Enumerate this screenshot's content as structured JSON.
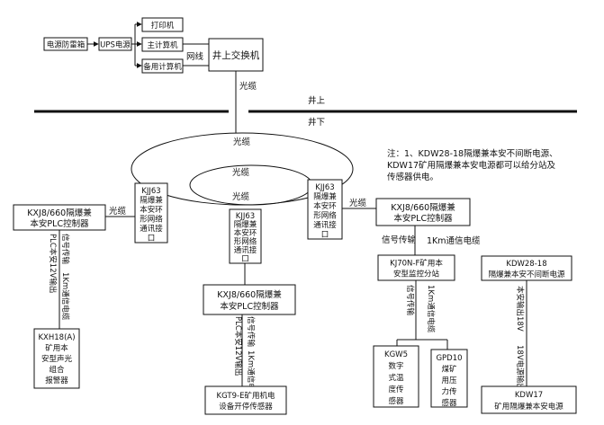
{
  "surface": {
    "power_surge": "电源防雷箱",
    "ups": "UPS电源",
    "printer": "打印机",
    "main_pc": "主计算机",
    "backup_pc": "备用计算机",
    "network_line": "网线",
    "switch": "井上交换机",
    "fiber_down": "光缆",
    "above_ground": "井上",
    "below_ground": "井下"
  },
  "ring": {
    "outer_fiber": "光缆",
    "inner_fiber": "光缆",
    "mid_fiber": "光缆"
  },
  "nodes": {
    "kjj_left": [
      "KJJ63",
      "隔爆兼",
      "本安环",
      "形网络",
      "通讯接",
      "口"
    ],
    "kjj_mid": [
      "KJJ63",
      "隔爆兼",
      "本安环",
      "形网络",
      "通讯接",
      "口"
    ],
    "kjj_right": [
      "KJJ63",
      "隔爆兼",
      "本安环",
      "形网络",
      "通讯接",
      "口"
    ]
  },
  "plc": {
    "left": [
      "KXJ8/660隔爆兼",
      "本安PLC控制器"
    ],
    "right": [
      "KXJ8/660隔爆兼",
      "本安PLC控制器"
    ],
    "middle": [
      "KXJ8/660隔爆兼",
      "本安PLC控制器"
    ]
  },
  "links": {
    "fiber_left": "光缆",
    "fiber_right": "光缆",
    "left_signal": "信号传输",
    "left_cable": "1Km通信电缆",
    "left_output": "PLC本安12V输出",
    "right_signal": "信号传输",
    "right_cable": "1Km通信电缆",
    "mid_signal": "信号传输",
    "mid_cable": "1Km通信电缆",
    "mid_output": "PLC本安12V输出",
    "station_signal": "信号传输",
    "station_cable": "1Km通信电缆",
    "ups_output": "本安输出18V",
    "power_supply": "18V电源输出"
  },
  "devices": {
    "kxh18": [
      "KXH18(A)",
      "矿用本",
      "安型声光",
      "组合",
      "报警器"
    ],
    "kj70n": [
      "KJ70N-F矿用本",
      "安型监控分站"
    ],
    "kdw28": [
      "KDW28-18",
      "隔爆兼本安不间断电源"
    ],
    "kgw5": [
      "KGW5",
      "数字",
      "式温",
      "度传",
      "感器"
    ],
    "gpd10": [
      "GPD10",
      "煤矿",
      "用压",
      "力传",
      "感器"
    ],
    "kgt9": [
      "KGT9-E矿用机电",
      "设备开停传感器"
    ],
    "kdw17": [
      "KDW17",
      "矿用隔爆兼本安电源"
    ]
  },
  "note": [
    "注：1、KDW28-18隔爆兼本安不间断电源、",
    "KDW17矿用隔爆兼本安电源都可以给分站及",
    "传感器供电。"
  ]
}
